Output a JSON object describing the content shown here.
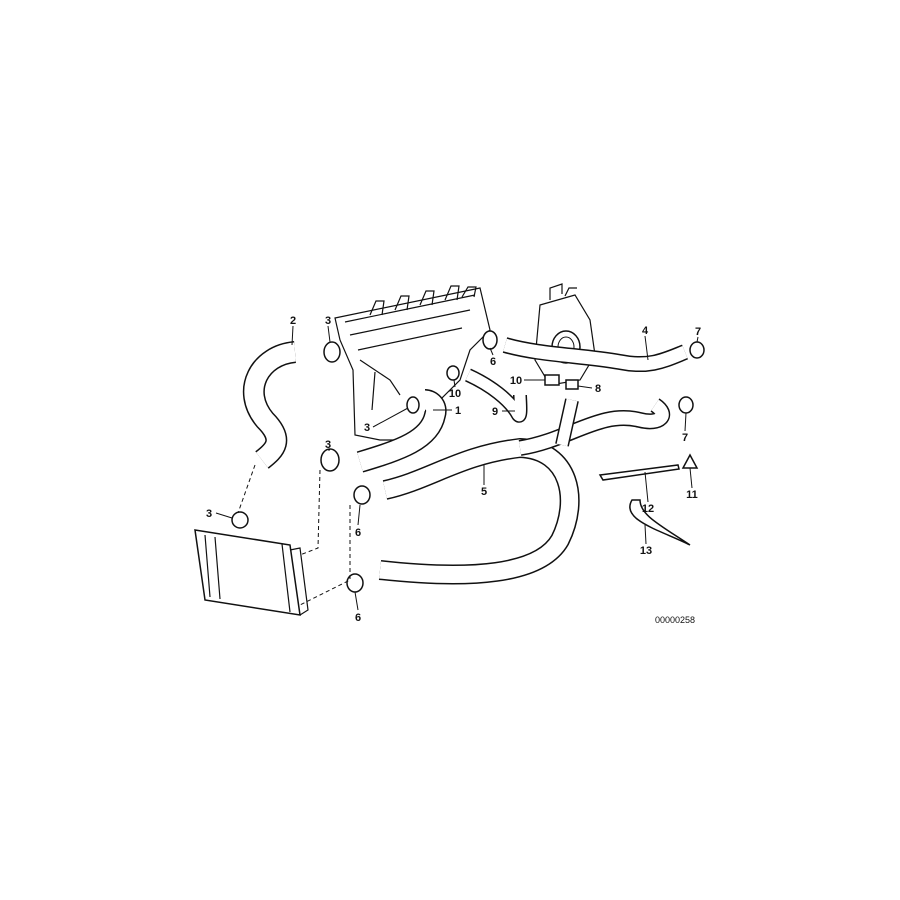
{
  "diagram": {
    "drawing_code": "00000258",
    "callouts": [
      {
        "id": "label-2",
        "text": "2"
      },
      {
        "id": "label-3a",
        "text": "3"
      },
      {
        "id": "label-3b",
        "text": "3"
      },
      {
        "id": "label-1",
        "text": "1"
      },
      {
        "id": "label-3c",
        "text": "3"
      },
      {
        "id": "label-3d",
        "text": "3"
      },
      {
        "id": "label-6a",
        "text": "6"
      },
      {
        "id": "label-6b",
        "text": "6"
      },
      {
        "id": "label-5",
        "text": "5"
      },
      {
        "id": "label-6c",
        "text": "6"
      },
      {
        "id": "label-10a",
        "text": "10"
      },
      {
        "id": "label-10b",
        "text": "10"
      },
      {
        "id": "label-8",
        "text": "8"
      },
      {
        "id": "label-9",
        "text": "9"
      },
      {
        "id": "label-4",
        "text": "4"
      },
      {
        "id": "label-7a",
        "text": "7"
      },
      {
        "id": "label-7b",
        "text": "7"
      },
      {
        "id": "label-12",
        "text": "12"
      },
      {
        "id": "label-11",
        "text": "11"
      },
      {
        "id": "label-13",
        "text": "13"
      }
    ]
  }
}
